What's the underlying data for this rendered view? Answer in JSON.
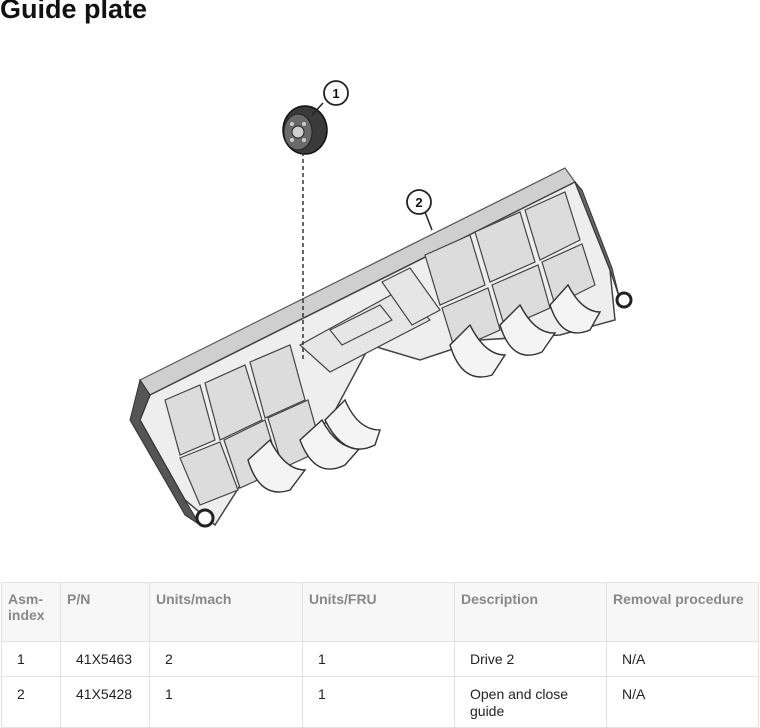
{
  "page": {
    "title": "Guide plate"
  },
  "figure": {
    "callouts": [
      {
        "label": "1"
      },
      {
        "label": "2"
      }
    ]
  },
  "table": {
    "headers": [
      "Asm-index",
      "P/N",
      "Units/mach",
      "Units/FRU",
      "Description",
      "Removal procedure"
    ],
    "rows": [
      {
        "asm": "1",
        "pn": "41X5463",
        "units_mach": "2",
        "units_fru": "1",
        "description": "Drive 2",
        "removal": "N/A"
      },
      {
        "asm": "2",
        "pn": "41X5428",
        "units_mach": "1",
        "units_fru": "1",
        "description": "Open and close guide",
        "removal": "N/A"
      }
    ]
  }
}
